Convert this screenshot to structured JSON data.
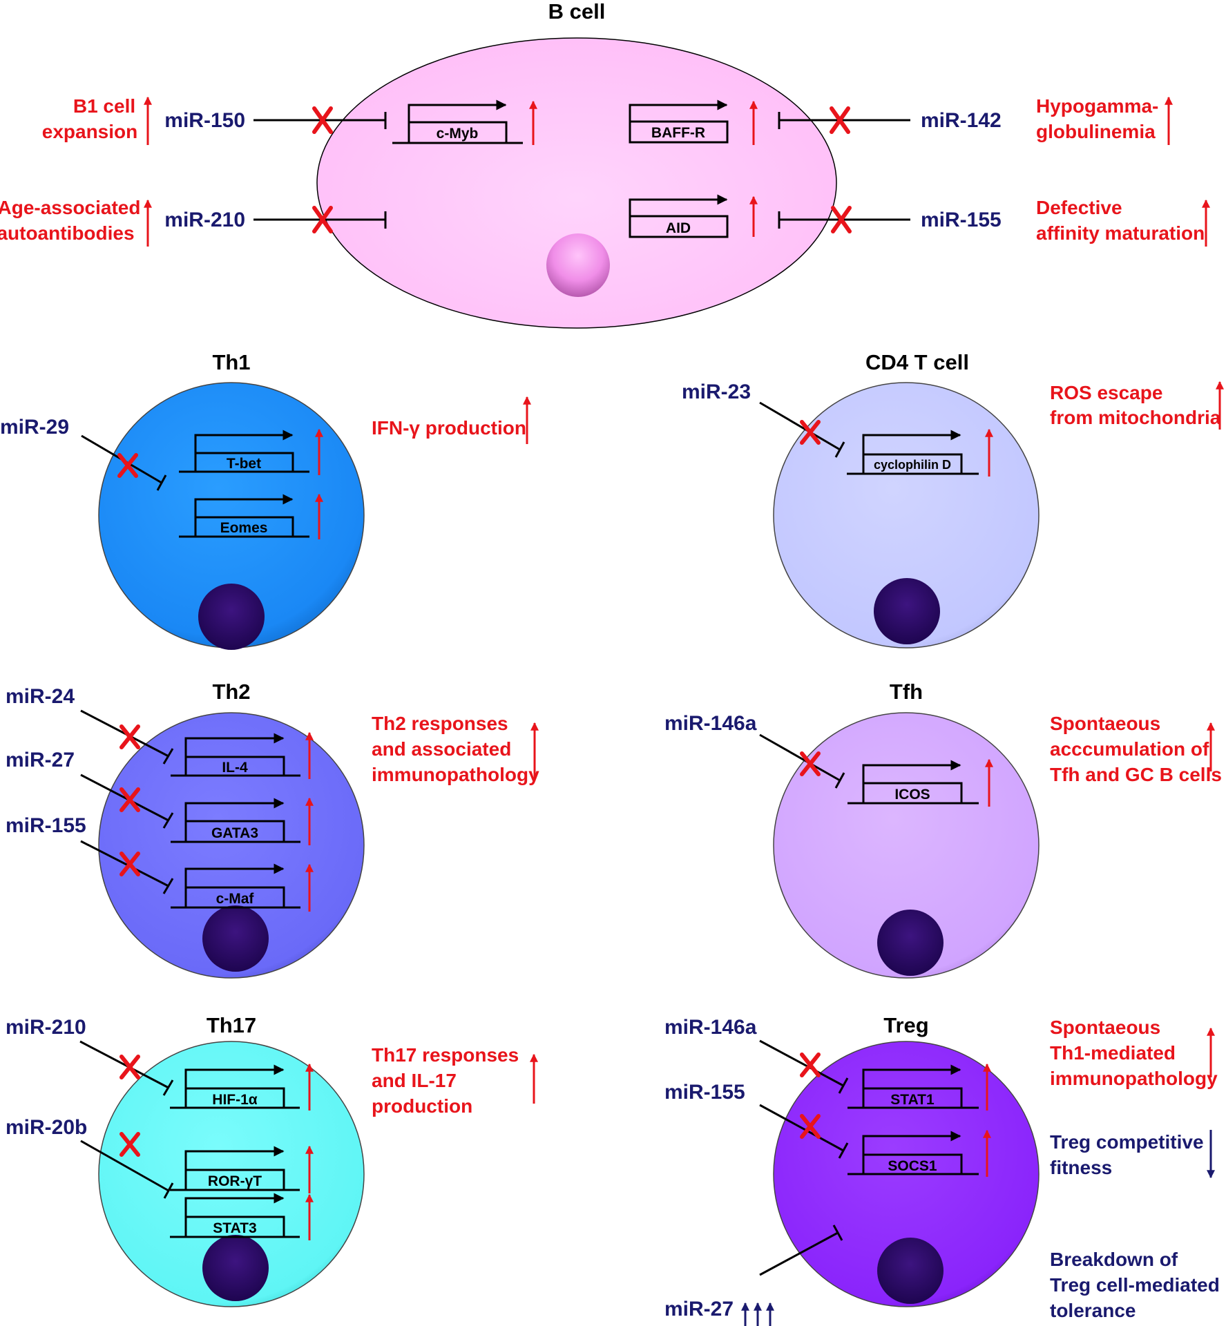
{
  "colors": {
    "red": "#e8141b",
    "navy": "#1a1a6e",
    "bcell": "#ffc6fb",
    "th1": "#1a90ff",
    "cd4": "#c4c9ff",
    "th2": "#6f6fff",
    "tfh": "#d4a8ff",
    "th17": "#66f8f8",
    "treg": "#8f2bff",
    "nucleus": "#2a0a66",
    "bcell_nucleus": "#f08ee8"
  },
  "bcell": {
    "title": "B cell",
    "genes": {
      "cmyb": "c-Myb",
      "baffr": "BAFF-R",
      "aid": "AID"
    },
    "mirs": {
      "mir150": "miR-150",
      "mir210": "miR-210",
      "mir142": "miR-142",
      "mir155": "miR-155"
    },
    "effects": {
      "b1_l1": "B1 cell",
      "b1_l2": "expansion",
      "age_l1": "Age-associated",
      "age_l2": "autoantibodies",
      "hypo_l1": "Hypogamma-",
      "hypo_l2": "globulinemia",
      "def_l1": "Defective",
      "def_l2": "affinity maturation"
    }
  },
  "th1": {
    "title": "Th1",
    "mir29": "miR-29",
    "genes": {
      "tbet": "T-bet",
      "eomes": "Eomes"
    },
    "effect": "IFN-γ production"
  },
  "cd4": {
    "title": "CD4 T cell",
    "mir23": "miR-23",
    "gene": "cyclophilin D",
    "effect_l1": "ROS escape",
    "effect_l2": "from mitochondria"
  },
  "th2": {
    "title": "Th2",
    "mirs": {
      "mir24": "miR-24",
      "mir27": "miR-27",
      "mir155": "miR-155"
    },
    "genes": {
      "il4": "IL-4",
      "gata3": "GATA3",
      "cmaf": "c-Maf"
    },
    "effect_l1": "Th2 responses",
    "effect_l2": "and associated",
    "effect_l3": "immunopathology"
  },
  "tfh": {
    "title": "Tfh",
    "mir146a": "miR-146a",
    "gene": "ICOS",
    "effect_l1": "Spontaeous",
    "effect_l2": "acccumulation of",
    "effect_l3": "Tfh and GC B cells"
  },
  "th17": {
    "title": "Th17",
    "mirs": {
      "mir210": "miR-210",
      "mir20b": "miR-20b"
    },
    "genes": {
      "hif": "HIF-1α",
      "ror": "ROR-γT",
      "stat3": "STAT3"
    },
    "effect_l1": "Th17 responses",
    "effect_l2": "and IL-17",
    "effect_l3": "production"
  },
  "treg": {
    "title": "Treg",
    "mirs": {
      "mir146a": "miR-146a",
      "mir155": "miR-155",
      "mir27": "miR-27"
    },
    "genes": {
      "stat1": "STAT1",
      "socs1": "SOCS1"
    },
    "effect1_l1": "Spontaeous",
    "effect1_l2": "Th1-mediated",
    "effect1_l3": "immunopathology",
    "effect2_l1": "Treg competitive",
    "effect2_l2": "fitness",
    "effect3_l1": "Breakdown of",
    "effect3_l2": "Treg cell-mediated",
    "effect3_l3": "tolerance"
  }
}
